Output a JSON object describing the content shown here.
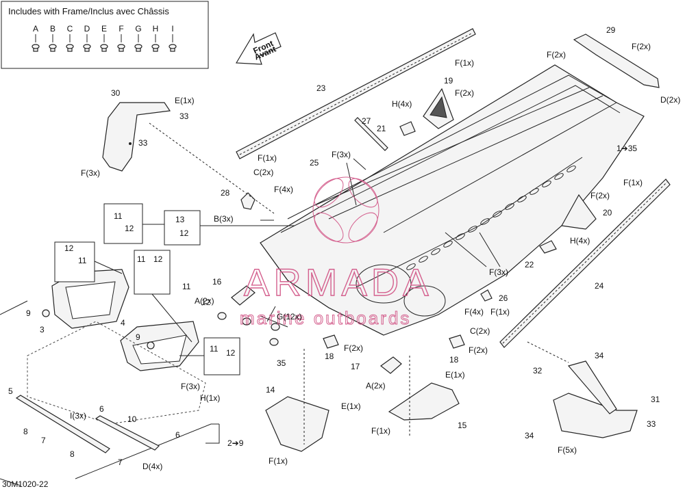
{
  "header": {
    "title": "Includes with Frame/Inclus avec Châssis",
    "letters": [
      "A",
      "B",
      "C",
      "D",
      "E",
      "F",
      "G",
      "H",
      "I"
    ]
  },
  "direction": {
    "line1": "Front",
    "line2": "Avant"
  },
  "watermark": {
    "brand": "ARMADA",
    "tagline": "marine outboards",
    "color": "#d4608e"
  },
  "footer": {
    "code": "30M1020-22"
  },
  "labels": {
    "f1x_top": "F(1x)",
    "l23": "23",
    "l29": "29",
    "f2x_top": "F(2x)",
    "f2x_29": "F(2x)",
    "d2x": "D(2x)",
    "l19": "19",
    "f2x_19": "F(2x)",
    "h4x_top": "H(4x)",
    "l21": "21",
    "l27": "27",
    "l30": "30",
    "e1x_30": "E(1x)",
    "l33a": "33",
    "l33b": "33",
    "f3x_30": "F(3x)",
    "f1x_23": "F(1x)",
    "c2x_23": "C(2x)",
    "f3x_mid": "F(3x)",
    "l25": "25",
    "l135": "1➔35",
    "f1x_right": "F(1x)",
    "f2x_20": "F(2x)",
    "l20": "20",
    "f4x_top": "F(4x)",
    "l28": "28",
    "b3x": "B(3x)",
    "h4x_22": "H(4x)",
    "l22": "22",
    "l13": "13",
    "l12_13": "12",
    "l11_top": "11",
    "l12_top": "12",
    "l12_b": "12",
    "l11_b": "11",
    "l11_c": "11",
    "l12_c": "12",
    "l11_d": "11",
    "l12_d": "12",
    "l16": "16",
    "a2x_16": "A(2x)",
    "f3x_r": "F(3x)",
    "l24": "24",
    "f4x_mid": "F(4x)",
    "l26": "26",
    "f1x_mid": "F(1x)",
    "c2x_r": "C(2x)",
    "g12x": "G(12x)",
    "l9a": "9",
    "l3": "3",
    "l4": "4",
    "l9b": "9",
    "l35": "35",
    "f2x_18a": "F(2x)",
    "l18a": "18",
    "l18b": "18",
    "f2x_18b": "F(2x)",
    "l17": "17",
    "a2x_17": "A(2x)",
    "l11_e": "11",
    "l12_e": "12",
    "f3x_left": "F(3x)",
    "h1x": "H(1x)",
    "l5": "5",
    "i3x": "I(3x)",
    "l6a": "6",
    "l10": "10",
    "l6b": "6",
    "l8a": "8",
    "l7a": "7",
    "l8b": "8",
    "l7b": "7",
    "d4x": "D(4x)",
    "l29_9": "2➔9",
    "l14": "14",
    "e1x_14": "E(1x)",
    "f1x_14": "F(1x)",
    "e1x_15": "E(1x)",
    "f1x_15": "F(1x)",
    "l15": "15",
    "l32": "32",
    "l34a": "34",
    "l31": "31",
    "l34b": "34",
    "l33c": "33",
    "f5x": "F(5x)"
  }
}
